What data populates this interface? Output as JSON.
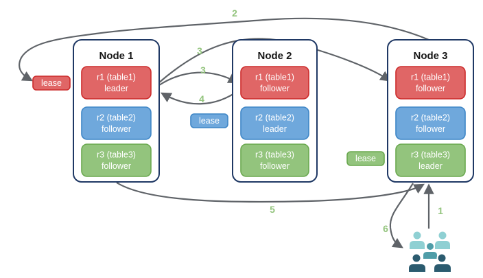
{
  "nodes": [
    {
      "title": "Node 1",
      "replicas": [
        {
          "name": "r1 (table1)",
          "role": "leader",
          "color": "red"
        },
        {
          "name": "r2 (table2)",
          "role": "follower",
          "color": "blue"
        },
        {
          "name": "r3 (table3)",
          "role": "follower",
          "color": "green"
        }
      ]
    },
    {
      "title": "Node 2",
      "replicas": [
        {
          "name": "r1 (table1)",
          "role": "follower",
          "color": "red"
        },
        {
          "name": "r2 (table2)",
          "role": "leader",
          "color": "blue"
        },
        {
          "name": "r3 (table3)",
          "role": "follower",
          "color": "green"
        }
      ]
    },
    {
      "title": "Node 3",
      "replicas": [
        {
          "name": "r1 (table1)",
          "role": "follower",
          "color": "red"
        },
        {
          "name": "r2 (table2)",
          "role": "follower",
          "color": "blue"
        },
        {
          "name": "r3 (table3)",
          "role": "leader",
          "color": "green"
        }
      ]
    }
  ],
  "leases": [
    {
      "label": "lease",
      "color": "red"
    },
    {
      "label": "lease",
      "color": "blue"
    },
    {
      "label": "lease",
      "color": "green"
    }
  ],
  "arrows": [
    {
      "step": "1",
      "from": "clients",
      "to": "Node 3"
    },
    {
      "step": "2",
      "from": "Node 3",
      "to": "lease badge at Node 1 r1 leader"
    },
    {
      "step": "3",
      "from": "Node 1 r1 leader",
      "to": "Node 3 r1 follower"
    },
    {
      "step": "3",
      "from": "Node 1 r1 leader",
      "to": "Node 2 r1 follower"
    },
    {
      "step": "4",
      "from": "Node 2 r1 follower",
      "to": "Node 1 r1 leader"
    },
    {
      "step": "5",
      "from": "Node 1",
      "to": "Node 3"
    },
    {
      "step": "6",
      "from": "Node 3",
      "to": "clients"
    }
  ],
  "icons": {
    "users": "users-group-icon"
  },
  "colors": {
    "node_border": "#1f3864",
    "replica_red": "#e06666",
    "replica_red_border": "#cc2b2b",
    "replica_blue": "#6fa8dc",
    "replica_blue_border": "#3d85c6",
    "replica_green": "#93c47d",
    "replica_green_border": "#6aa84f",
    "arrow": "#5f6368",
    "step_label": "#93c47d",
    "users_light": "#8fd0d3",
    "users_medium": "#4f9da8",
    "users_dark": "#2b5b6f"
  }
}
